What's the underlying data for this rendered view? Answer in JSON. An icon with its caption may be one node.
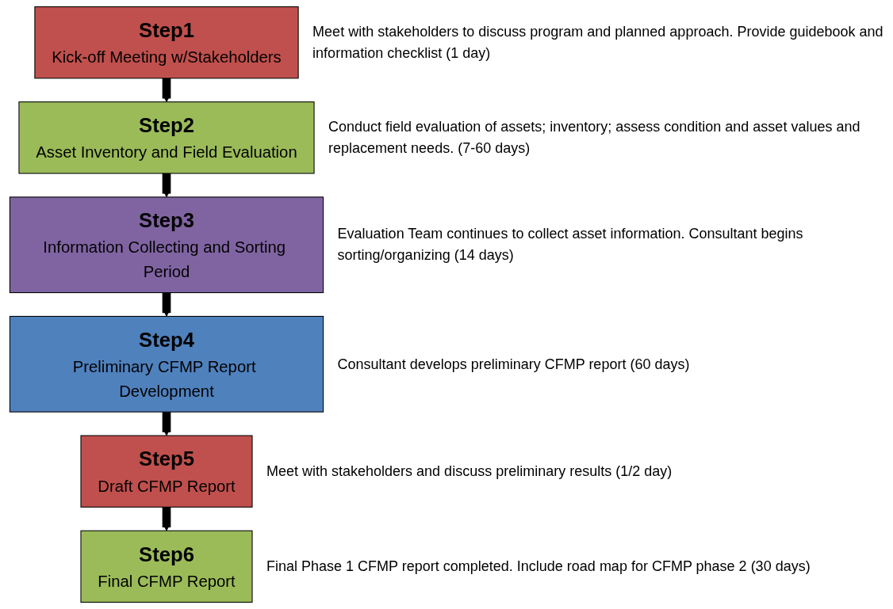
{
  "diagram": {
    "nodes": [
      {
        "text": [
          "Step1",
          "Kick-off Meeting w/Stakeholders"
        ],
        "beside": [
          "Meet with stakeholders to discuss program and planned approach. Provide guidebook and information checklist (1 day)"
        ]
      },
      {
        "text": [
          "Step2",
          "Asset Inventory and Field Evaluation"
        ],
        "beside": [
          "Conduct field evaluation of assets; inventory; assess condition and asset values and replacement needs. (7-60 days)"
        ]
      },
      {
        "text": [
          "Step3",
          "Information Collecting and Sorting Period"
        ],
        "beside": [
          "Evaluation Team continues to collect asset information. Consultant begins sorting/organizing (14 days)"
        ]
      },
      {
        "text": [
          "Step4",
          "Preliminary CFMP Report Development"
        ],
        "beside": [
          "Consultant develops preliminary CFMP report (60 days)"
        ]
      },
      {
        "text": [
          "Step5",
          "Draft CFMP Report"
        ],
        "beside": [
          "Meet with stakeholders and discuss preliminary results (1/2 day)"
        ]
      },
      {
        "text": [
          "Step6",
          "Final CFMP Report"
        ],
        "beside": [
          "Final Phase 1 CFMP report completed. Include road map for CFMP phase 2 (30 days)"
        ]
      }
    ],
    "edges": [
      {
        "from": 0,
        "to": 1,
        "arrow": "to"
      },
      {
        "from": 1,
        "to": 2,
        "arrow": "to"
      },
      {
        "from": 2,
        "to": 3,
        "arrow": "to"
      },
      {
        "from": 3,
        "to": 4,
        "arrow": "to"
      },
      {
        "from": 4,
        "to": 5,
        "arrow": "to"
      }
    ]
  }
}
